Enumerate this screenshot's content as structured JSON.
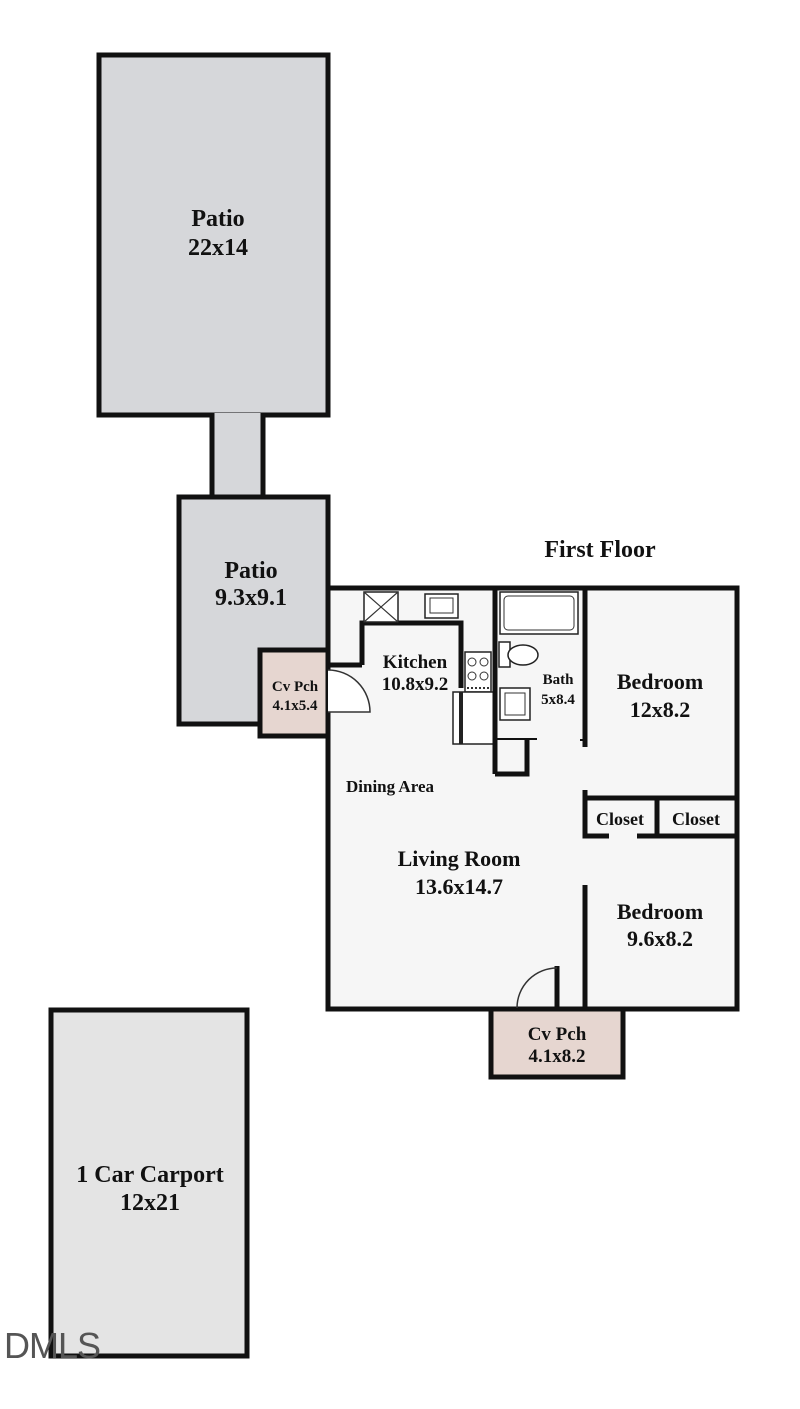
{
  "floor_title": "First Floor",
  "rooms": {
    "patio_large": {
      "name": "Patio",
      "dims": "22x14"
    },
    "patio_small": {
      "name": "Patio",
      "dims": "9.3x9.1"
    },
    "cv_pch_side": {
      "name": "Cv Pch",
      "dims": "4.1x5.4"
    },
    "kitchen": {
      "name": "Kitchen",
      "dims": "10.8x9.2"
    },
    "bath": {
      "name": "Bath",
      "dims": "5x8.4"
    },
    "bedroom_1": {
      "name": "Bedroom",
      "dims": "12x8.2"
    },
    "dining": {
      "name": "Dining Area"
    },
    "closet_1": {
      "name": "Closet"
    },
    "closet_2": {
      "name": "Closet"
    },
    "living": {
      "name": "Living Room",
      "dims": "13.6x14.7"
    },
    "bedroom_2": {
      "name": "Bedroom",
      "dims": "9.6x8.2"
    },
    "cv_pch_front": {
      "name": "Cv Pch",
      "dims": "4.1x8.2"
    },
    "carport": {
      "name": "1 Car Carport",
      "dims": "12x21"
    }
  },
  "watermark": "DMLS",
  "colors": {
    "patio_fill": "#d6d7da",
    "house_fill": "#f6f6f6",
    "porch_fill": "#e6d6d0",
    "carport_fill": "#e4e4e4",
    "wall": "#111111"
  }
}
